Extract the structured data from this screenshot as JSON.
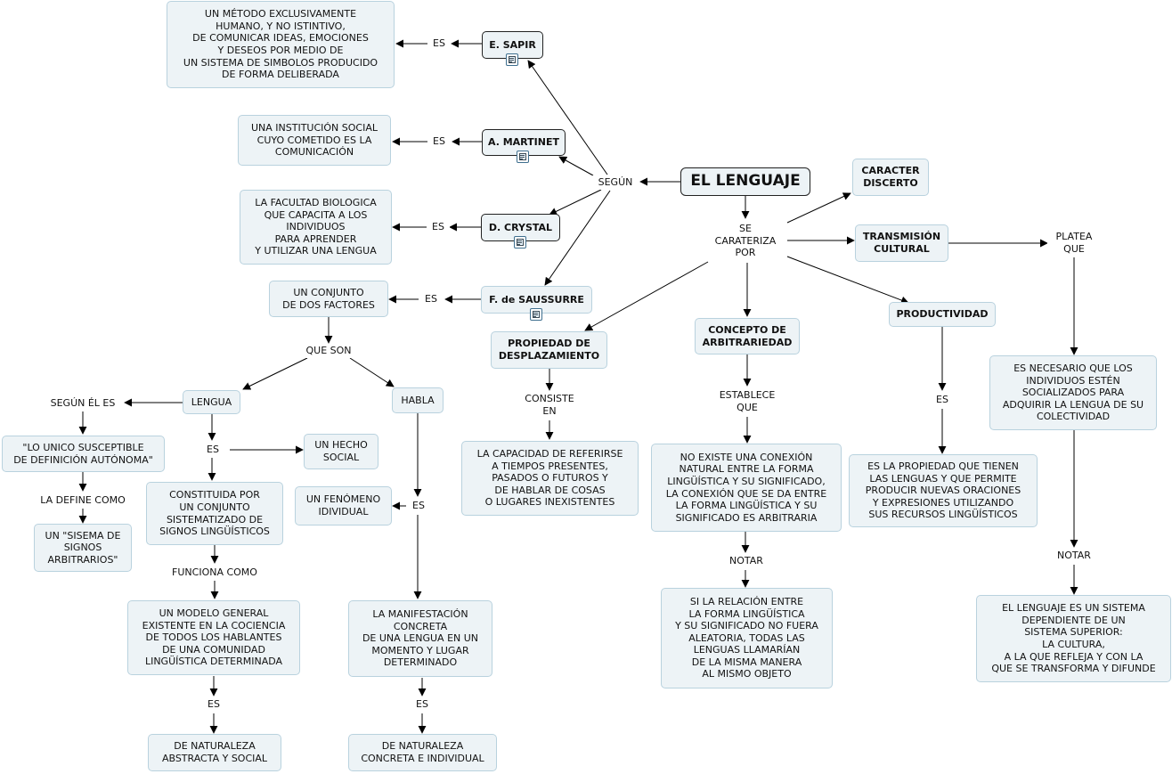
{
  "root": "EL LENGUAJE",
  "nodes": {
    "sapir_def": "UN MÉTODO EXCLUSIVAMENTE\nHUMANO, Y NO ISTINTIVO,\nDE COMUNICAR IDEAS, EMOCIONES\nY DESEOS POR MEDIO DE\nUN SISTEMA DE SIMBOLOS PRODUCIDO\nDE FORMA DELIBERADA",
    "sapir": "E. SAPIR",
    "martinet_def": "UNA INSTITUCIÓN SOCIAL\nCUYO COMETIDO ES LA\nCOMUNICACIÓN",
    "martinet": "A. MARTINET",
    "crystal_def": "LA FACULTAD BIOLOGICA\nQUE CAPACITA A LOS\nINDIVIDUOS\nPARA APRENDER\nY UTILIZAR UNA LENGUA",
    "crystal": "D. CRYSTAL",
    "saussure": "F. de SAUSSURRE",
    "dos_factores": "UN CONJUNTO\nDE DOS FACTORES",
    "lengua": "LENGUA",
    "habla": "HABLA",
    "unico": "\"LO UNICO SUSCEPTIBLE\nDE DEFINICIÓN AUTÓNOMA\"",
    "sistema_signos": "UN \"SISEMA DE\nSIGNOS\nARBITRARIOS\"",
    "hecho_social": "UN HECHO\nSOCIAL",
    "constituida": "CONSTITUIDA POR\nUN CONJUNTO\nSISTEMATIZADO DE\nSIGNOS LINGÜÍSTICOS",
    "modelo_general": "UN MODELO GENERAL\nEXISTENTE EN LA COCIENCIA\nDE TODOS LOS HABLANTES\nDE UNA COMUNIDAD\nLINGÜÍSTICA DETERMINADA",
    "abstracta": "DE NATURALEZA\nABSTRACTA Y SOCIAL",
    "fenomeno": "UN FENÓMENO\nIDIVIDUAL",
    "manifestacion": "LA MANIFESTACIÓN\nCONCRETA\nDE UNA LENGUA EN UN\nMOMENTO Y LUGAR\nDETERMINADO",
    "concreta": "DE NATURALEZA\nCONCRETA E INDIVIDUAL",
    "desplazamiento": "PROPIEDAD DE\nDESPLAZAMIENTO",
    "capacidad": "LA CAPACIDAD DE REFERIRSE\nA TIEMPOS PRESENTES,\nPASADOS O FUTUROS Y\nDE HABLAR DE COSAS\nO LUGARES INEXISTENTES",
    "arbitrariedad": "CONCEPTO DE\nARBITRARIEDAD",
    "no_existe": "NO EXISTE UNA CONEXIÓN\nNATURAL ENTRE LA FORMA\nLINGÜÍSTICA Y SU SIGNIFICADO,\nLA CONEXIÓN QUE SE DA ENTRE\nLA FORMA LINGÜÍSTICA Y SU\nSIGNIFICADO ES ARBITRARIA",
    "si_la_relacion": "SI LA RELACIÓN ENTRE\nLA FORMA LINGÜÍSTICA\nY SU SIGNIFICADO NO FUERA\nALEATORIA, TODAS LAS\nLENGUAS LLAMARÍAN\nDE LA MISMA MANERA\nAL MISMO OBJETO",
    "discreto": "CARACTER\nDISCERTO",
    "transmision": "TRANSMISIÓN\nCULTURAL",
    "productividad": "PRODUCTIVIDAD",
    "propiedad": "ES LA PROPIEDAD QUE TIENEN\nLAS LENGUAS Y QUE PERMITE\nPRODUCIR NUEVAS ORACIONES\nY EXPRESIONES UTILIZANDO\nSUS RECURSOS LINGÜÍSTICOS",
    "socializados": "ES NECESARIO QUE LOS\nINDIVIDUOS ESTÉN\nSOCIALIZADOS PARA\nADQUIRIR LA LENGUA DE SU\nCOLECTIVIDAD",
    "sistema_dependiente": "EL LENGUAJE ES UN SISTEMA\nDEPENDIENTE DE UN\nSISTEMA SUPERIOR:\nLA CULTURA,\nA LA QUE REFLEJA Y CON LA\nQUE SE TRANSFORMA Y DIFUNDE"
  },
  "links": {
    "segun": "SEGÚN",
    "es_sapir": "ES",
    "es_martinet": "ES",
    "es_crystal": "ES",
    "es_saussure": "ES",
    "que_son": "QUE SON",
    "segun_el_es": "SEGÚN ÉL ES",
    "la_define_como": "LA DEFINE COMO",
    "es_lengua": "ES",
    "funciona_como": "FUNCIONA COMO",
    "es_modelo": "ES",
    "es_habla": "ES",
    "es_manifestacion": "ES",
    "se_carateriza_por": "SE\nCARATERIZA\nPOR",
    "consiste_en": "CONSISTE\nEN",
    "establece_que": "ESTABLECE\nQUE",
    "notar_arb": "NOTAR",
    "es_prod": "ES",
    "platea_que": "PLATEA\nQUE",
    "notar_trans": "NOTAR"
  },
  "icons": {
    "sapir": "document-icon",
    "martinet": "document-icon",
    "crystal": "document-icon",
    "saussure": "document-icon"
  },
  "colors": {
    "node_fill": "#edf3f6",
    "node_border": "#b9d2de",
    "line": "#000000"
  }
}
